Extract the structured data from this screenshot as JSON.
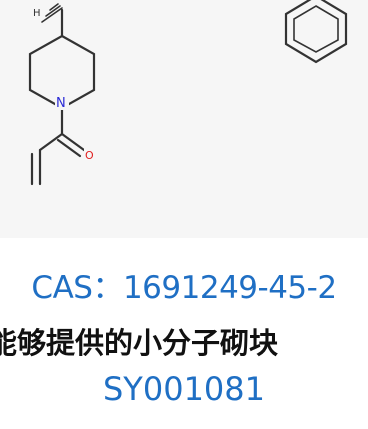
{
  "structure": {
    "atom_h": "H",
    "atom_n": "N",
    "atom_o": "O"
  },
  "product": {
    "cas_label": "CAS：",
    "cas_number": "1691249-45-2",
    "description": "能够提供的小分子砌块",
    "catalog_code": "SY001081"
  },
  "colors": {
    "accent": "#1f6fc4",
    "text": "#111111",
    "panel_bg": "#f6f6f6",
    "nitrogen": "#2b2bd6",
    "oxygen": "#e02020"
  }
}
